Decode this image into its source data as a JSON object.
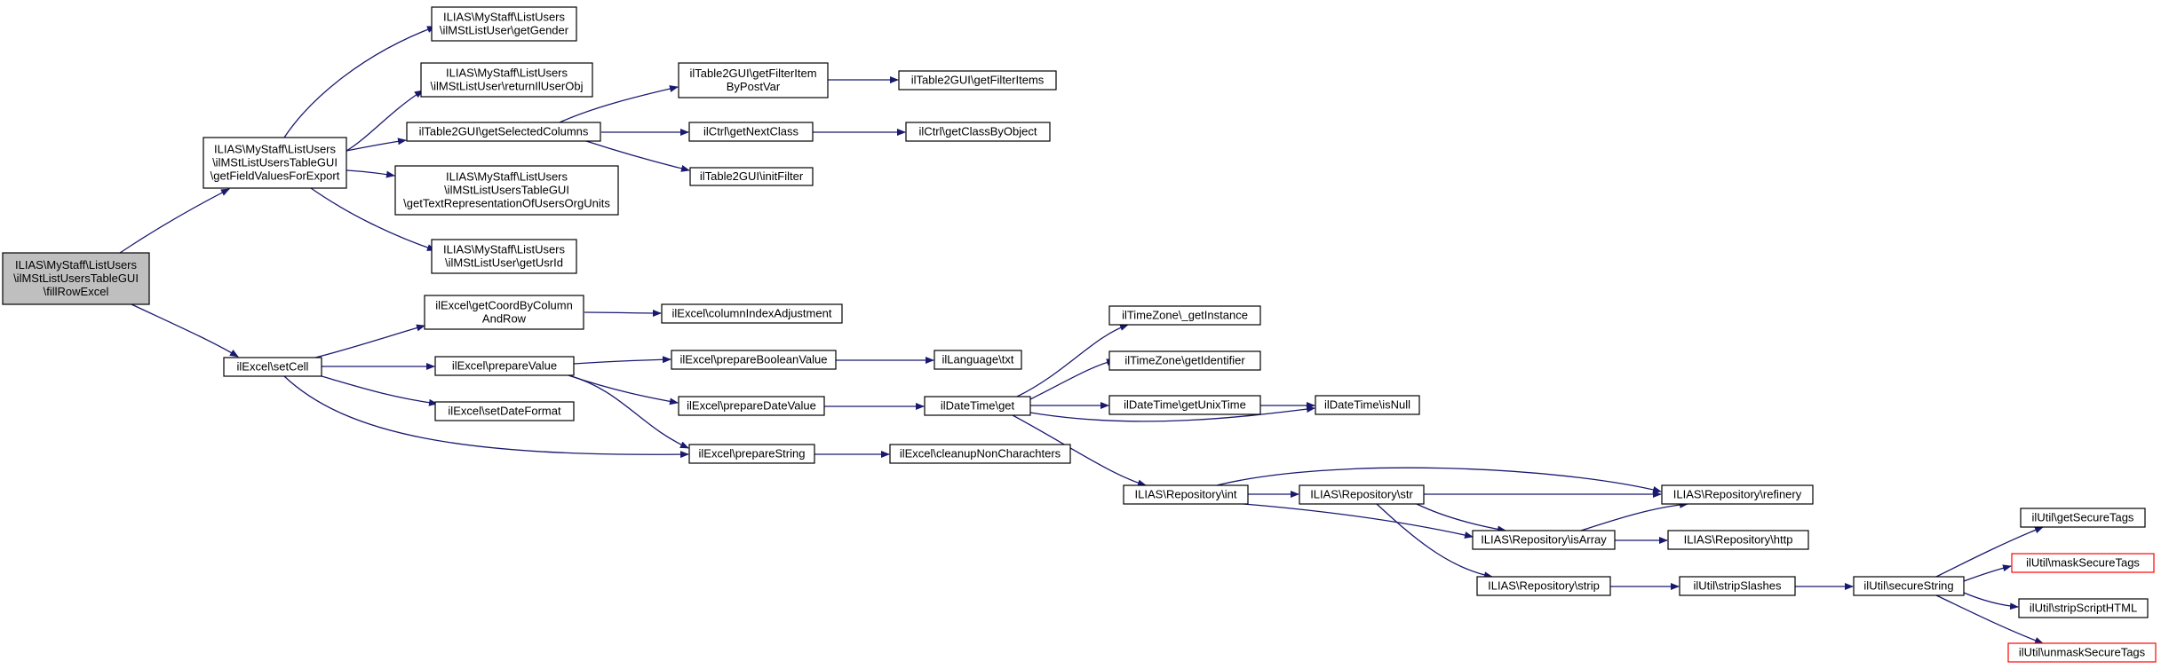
{
  "graph": {
    "edge_color": "#191970",
    "root_fill": "#bfbfbf",
    "node_fill": "#ffffff",
    "truncated_border_color": "#ff0000",
    "nodes": [
      {
        "id": "fillRowExcel",
        "lines": [
          "ILIAS\\MyStaff\\ListUsers",
          "\\ilMStListUsersTableGUI",
          "\\fillRowExcel"
        ],
        "style": "root"
      },
      {
        "id": "getFieldValuesForExport",
        "lines": [
          "ILIAS\\MyStaff\\ListUsers",
          "\\ilMStListUsersTableGUI",
          "\\getFieldValuesForExport"
        ],
        "style": "normal"
      },
      {
        "id": "setCell",
        "lines": [
          "ilExcel\\setCell"
        ],
        "style": "normal"
      },
      {
        "id": "getGender",
        "lines": [
          "ILIAS\\MyStaff\\ListUsers",
          "\\ilMStListUser\\getGender"
        ],
        "style": "normal"
      },
      {
        "id": "returnIlUserObj",
        "lines": [
          "ILIAS\\MyStaff\\ListUsers",
          "\\ilMStListUser\\returnIlUserObj"
        ],
        "style": "normal"
      },
      {
        "id": "getSelectedColumns",
        "lines": [
          "ilTable2GUI\\getSelectedColumns"
        ],
        "style": "normal"
      },
      {
        "id": "getTextRepresentationOfUsersOrgUnits",
        "lines": [
          "ILIAS\\MyStaff\\ListUsers",
          "\\ilMStListUsersTableGUI",
          "\\getTextRepresentationOfUsersOrgUnits"
        ],
        "style": "normal"
      },
      {
        "id": "getUsrId",
        "lines": [
          "ILIAS\\MyStaff\\ListUsers",
          "\\ilMStListUser\\getUsrId"
        ],
        "style": "normal"
      },
      {
        "id": "getFilterItemByPostVar",
        "lines": [
          "ilTable2GUI\\getFilterItem",
          "ByPostVar"
        ],
        "style": "normal"
      },
      {
        "id": "getNextClass",
        "lines": [
          "ilCtrl\\getNextClass"
        ],
        "style": "normal"
      },
      {
        "id": "initFilter",
        "lines": [
          "ilTable2GUI\\initFilter"
        ],
        "style": "normal"
      },
      {
        "id": "getFilterItems",
        "lines": [
          "ilTable2GUI\\getFilterItems"
        ],
        "style": "normal"
      },
      {
        "id": "getClassByObject",
        "lines": [
          "ilCtrl\\getClassByObject"
        ],
        "style": "normal"
      },
      {
        "id": "getCoordByColumnAndRow",
        "lines": [
          "ilExcel\\getCoordByColumn",
          "AndRow"
        ],
        "style": "normal"
      },
      {
        "id": "prepareValue",
        "lines": [
          "ilExcel\\prepareValue"
        ],
        "style": "normal"
      },
      {
        "id": "setDateFormat",
        "lines": [
          "ilExcel\\setDateFormat"
        ],
        "style": "normal"
      },
      {
        "id": "prepareString",
        "lines": [
          "ilExcel\\prepareString"
        ],
        "style": "normal"
      },
      {
        "id": "columnIndexAdjustment",
        "lines": [
          "ilExcel\\columnIndexAdjustment"
        ],
        "style": "normal"
      },
      {
        "id": "prepareBooleanValue",
        "lines": [
          "ilExcel\\prepareBooleanValue"
        ],
        "style": "normal"
      },
      {
        "id": "prepareDateValue",
        "lines": [
          "ilExcel\\prepareDateValue"
        ],
        "style": "normal"
      },
      {
        "id": "cleanupNonCharachters",
        "lines": [
          "ilExcel\\cleanupNonCharachters"
        ],
        "style": "normal"
      },
      {
        "id": "txt",
        "lines": [
          "ilLanguage\\txt"
        ],
        "style": "normal"
      },
      {
        "id": "dtGet",
        "lines": [
          "ilDateTime\\get"
        ],
        "style": "normal"
      },
      {
        "id": "tzGetInstance",
        "lines": [
          "ilTimeZone\\_getInstance"
        ],
        "style": "normal"
      },
      {
        "id": "tzGetIdentifier",
        "lines": [
          "ilTimeZone\\getIdentifier"
        ],
        "style": "normal"
      },
      {
        "id": "getUnixTime",
        "lines": [
          "ilDateTime\\getUnixTime"
        ],
        "style": "normal"
      },
      {
        "id": "isNull",
        "lines": [
          "ilDateTime\\isNull"
        ],
        "style": "normal"
      },
      {
        "id": "repoInt",
        "lines": [
          "ILIAS\\Repository\\int"
        ],
        "style": "normal"
      },
      {
        "id": "repoStr",
        "lines": [
          "ILIAS\\Repository\\str"
        ],
        "style": "normal"
      },
      {
        "id": "refinery",
        "lines": [
          "ILIAS\\Repository\\refinery"
        ],
        "style": "normal"
      },
      {
        "id": "isArray",
        "lines": [
          "ILIAS\\Repository\\isArray"
        ],
        "style": "normal"
      },
      {
        "id": "http",
        "lines": [
          "ILIAS\\Repository\\http"
        ],
        "style": "normal"
      },
      {
        "id": "strip",
        "lines": [
          "ILIAS\\Repository\\strip"
        ],
        "style": "normal"
      },
      {
        "id": "stripSlashes",
        "lines": [
          "ilUtil\\stripSlashes"
        ],
        "style": "normal"
      },
      {
        "id": "secureString",
        "lines": [
          "ilUtil\\secureString"
        ],
        "style": "normal"
      },
      {
        "id": "getSecureTags",
        "lines": [
          "ilUtil\\getSecureTags"
        ],
        "style": "normal"
      },
      {
        "id": "maskSecureTags",
        "lines": [
          "ilUtil\\maskSecureTags"
        ],
        "style": "truncated"
      },
      {
        "id": "stripScriptHTML",
        "lines": [
          "ilUtil\\stripScriptHTML"
        ],
        "style": "normal"
      },
      {
        "id": "unmaskSecureTags",
        "lines": [
          "ilUtil\\unmaskSecureTags"
        ],
        "style": "truncated"
      }
    ],
    "edges": [
      [
        "fillRowExcel",
        "getFieldValuesForExport"
      ],
      [
        "fillRowExcel",
        "setCell"
      ],
      [
        "getFieldValuesForExport",
        "getGender"
      ],
      [
        "getFieldValuesForExport",
        "returnIlUserObj"
      ],
      [
        "getFieldValuesForExport",
        "getSelectedColumns"
      ],
      [
        "getFieldValuesForExport",
        "getTextRepresentationOfUsersOrgUnits"
      ],
      [
        "getFieldValuesForExport",
        "getUsrId"
      ],
      [
        "getSelectedColumns",
        "getFilterItemByPostVar"
      ],
      [
        "getSelectedColumns",
        "getNextClass"
      ],
      [
        "getSelectedColumns",
        "initFilter"
      ],
      [
        "getFilterItemByPostVar",
        "getFilterItems"
      ],
      [
        "getNextClass",
        "getClassByObject"
      ],
      [
        "setCell",
        "getCoordByColumnAndRow"
      ],
      [
        "setCell",
        "prepareValue"
      ],
      [
        "setCell",
        "setDateFormat"
      ],
      [
        "setCell",
        "prepareString"
      ],
      [
        "getCoordByColumnAndRow",
        "columnIndexAdjustment"
      ],
      [
        "prepareValue",
        "prepareBooleanValue"
      ],
      [
        "prepareValue",
        "prepareDateValue"
      ],
      [
        "prepareValue",
        "prepareString"
      ],
      [
        "prepareBooleanValue",
        "txt"
      ],
      [
        "prepareDateValue",
        "dtGet"
      ],
      [
        "prepareString",
        "cleanupNonCharachters"
      ],
      [
        "dtGet",
        "tzGetInstance"
      ],
      [
        "dtGet",
        "tzGetIdentifier"
      ],
      [
        "dtGet",
        "getUnixTime"
      ],
      [
        "dtGet",
        "isNull"
      ],
      [
        "dtGet",
        "repoInt"
      ],
      [
        "getUnixTime",
        "isNull"
      ],
      [
        "repoInt",
        "repoStr"
      ],
      [
        "repoInt",
        "refinery"
      ],
      [
        "repoInt",
        "isArray"
      ],
      [
        "repoStr",
        "refinery"
      ],
      [
        "repoStr",
        "isArray"
      ],
      [
        "repoStr",
        "strip"
      ],
      [
        "isArray",
        "refinery"
      ],
      [
        "isArray",
        "http"
      ],
      [
        "strip",
        "stripSlashes"
      ],
      [
        "stripSlashes",
        "secureString"
      ],
      [
        "secureString",
        "getSecureTags"
      ],
      [
        "secureString",
        "maskSecureTags"
      ],
      [
        "secureString",
        "stripScriptHTML"
      ],
      [
        "secureString",
        "unmaskSecureTags"
      ]
    ]
  }
}
